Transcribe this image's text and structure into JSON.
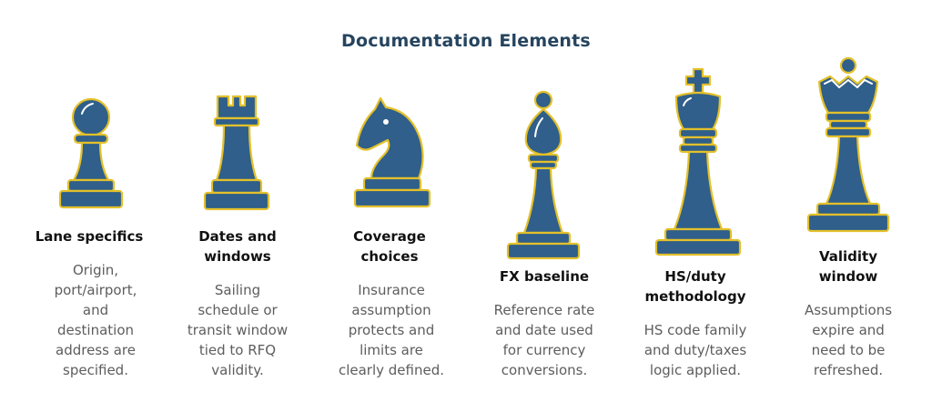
{
  "title": "Documentation Elements",
  "colors": {
    "title": "#25445f",
    "piece_fill": "#2f5f8a",
    "piece_outline": "#e3c02b",
    "heading": "#111111",
    "description": "#5d5d5d"
  },
  "elements": [
    {
      "piece": "pawn-icon",
      "heading": [
        "Lane specifics"
      ],
      "description": [
        "Origin,",
        "port/airport,",
        "and",
        "destination",
        "address are",
        "specified."
      ]
    },
    {
      "piece": "rook-icon",
      "heading": [
        "Dates and",
        "windows"
      ],
      "description": [
        "Sailing",
        "schedule or",
        "transit window",
        "tied to RFQ",
        "validity."
      ]
    },
    {
      "piece": "knight-icon",
      "heading": [
        "Coverage",
        "choices"
      ],
      "description": [
        "Insurance",
        "assumption",
        "protects and",
        "limits are",
        "clearly defined."
      ]
    },
    {
      "piece": "bishop-icon",
      "heading": [
        "FX baseline"
      ],
      "description": [
        "Reference rate",
        "and date used",
        "for currency",
        "conversions."
      ]
    },
    {
      "piece": "king-icon",
      "heading": [
        "HS/duty",
        "methodology"
      ],
      "description": [
        "HS code family",
        "and duty/taxes",
        "logic applied."
      ]
    },
    {
      "piece": "queen-icon",
      "heading": [
        "Validity",
        "window"
      ],
      "description": [
        "Assumptions",
        "expire and",
        "need to be",
        "refreshed."
      ]
    }
  ]
}
